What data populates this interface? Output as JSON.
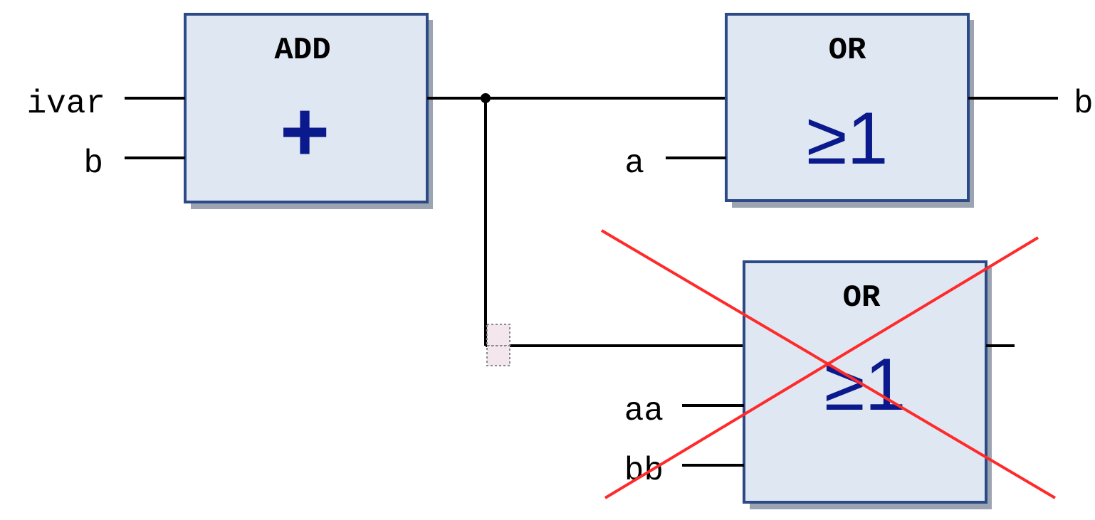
{
  "diagram": {
    "add_block": {
      "title": "ADD",
      "symbol": "+",
      "inputs": [
        "ivar",
        "b"
      ]
    },
    "or_block_active": {
      "title": "OR",
      "symbol": "≥1",
      "input": "a",
      "output": "b"
    },
    "or_block_deleted": {
      "title": "OR",
      "symbol": "≥1",
      "inputs": [
        "aa",
        "bb"
      ],
      "marked_deleted": true
    }
  },
  "colors": {
    "block_fill": "#dfe7f2",
    "block_border": "#2c4a86",
    "symbol": "#0a1a8c",
    "delete_cross": "#ff2a2a",
    "wire": "#000000"
  }
}
